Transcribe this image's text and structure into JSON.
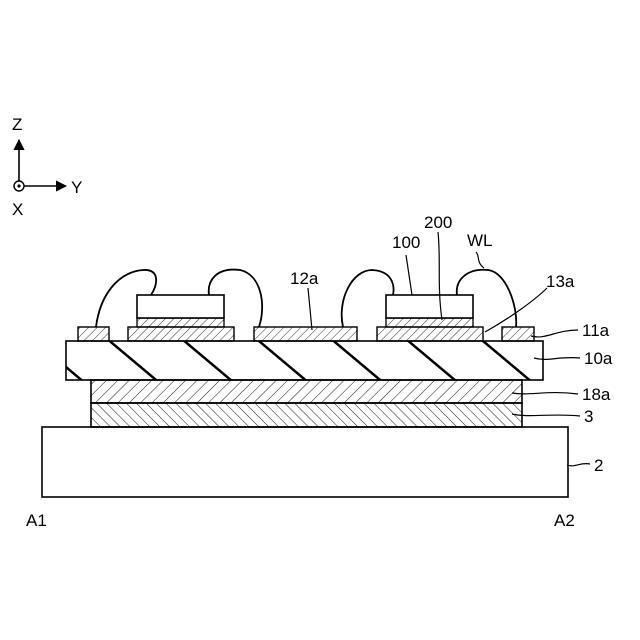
{
  "axes": {
    "z_label": "Z",
    "y_label": "Y",
    "x_label": "X"
  },
  "labels": {
    "chip_100": "100",
    "bond_200": "200",
    "wire_wl": "WL",
    "pad_12a": "12a",
    "pad_13a": "13a",
    "pad_11a": "11a",
    "layer_10a": "10a",
    "layer_18a": "18a",
    "layer_3": "3",
    "base_2": "2",
    "end_a1": "A1",
    "end_a2": "A2"
  }
}
